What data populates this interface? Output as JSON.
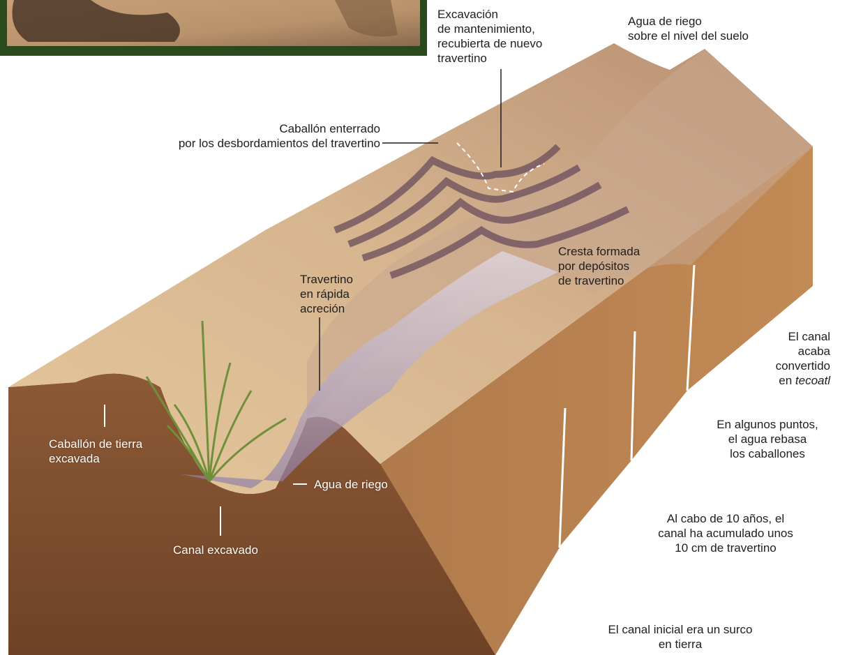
{
  "colors": {
    "soil_dark": "#7a4a2c",
    "soil_mid": "#a8764f",
    "soil_light": "#e9d2ae",
    "travertine_band": "#6a4d5c",
    "water": "#c9c4d8",
    "label_dark": "#1e1e1e",
    "label_light": "#ffffff"
  },
  "icons": {
    "plant": "grass-plant-illustration",
    "photo": "ground-photo-inset"
  },
  "labels": {
    "excavacion": "Excavación\nde mantenimiento,\nrecubierta de nuevo\ntravertino",
    "agua_sobre": "Agua de riego\nsobre el nivel del suelo",
    "caballon_enterrado": "Caballón enterrado\npor los desbordamientos del travertino",
    "cresta": "Cresta formada\npor depósitos\nde travertino",
    "travertino_rapida": "Travertino\nen rápida\nacreción",
    "canal_acaba_pre": "El canal\nacaba\nconvertido\nen ",
    "canal_acaba_em": "tecoatl",
    "algunos_puntos": "En algunos puntos,\nel agua rebasa\nlos caballones",
    "al_cabo": "Al cabo de 10 años, el\ncanal ha acumulado unos\n10 cm de travertino",
    "canal_inicial": "El canal inicial era un surco\nen tierra",
    "caballon_tierra": "Caballón de tierra\nexcavada",
    "agua_riego": "Agua de riego",
    "canal_excavado": "Canal excavado"
  }
}
